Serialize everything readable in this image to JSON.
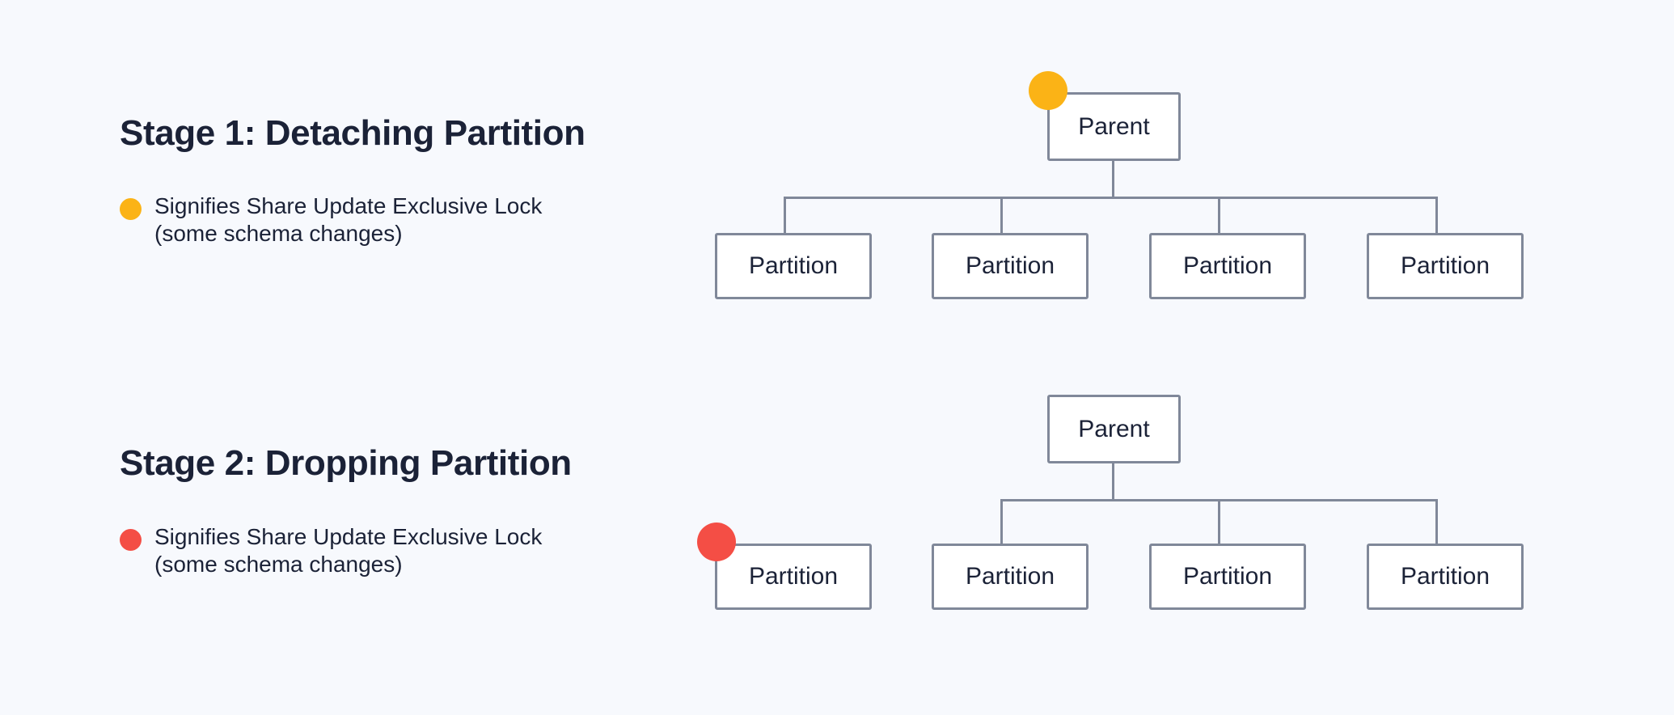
{
  "page": {
    "background_color": "#F7F9FD",
    "text_color": "#1B2237",
    "node_border_color": "#808899",
    "node_fill_color": "#FFFFFF"
  },
  "stages": [
    {
      "id": "stage-1",
      "title": "Stage 1: Detaching Partition",
      "legend": {
        "dot_color": "#FBB316",
        "dot_name": "yellow-lock-dot",
        "text": "Signifies Share Update Exclusive Lock\n(some schema changes)"
      },
      "diagram": {
        "parent": {
          "label": "Parent",
          "dot": "yellow",
          "dot_color": "#FBB316"
        },
        "children": [
          {
            "label": "Partition",
            "attached": true,
            "dot": null
          },
          {
            "label": "Partition",
            "attached": true,
            "dot": null
          },
          {
            "label": "Partition",
            "attached": true,
            "dot": null
          },
          {
            "label": "Partition",
            "attached": true,
            "dot": null
          }
        ]
      }
    },
    {
      "id": "stage-2",
      "title": "Stage 2: Dropping Partition",
      "legend": {
        "dot_color": "#F44E45",
        "dot_name": "red-lock-dot",
        "text": "Signifies Share Update Exclusive Lock\n(some schema changes)"
      },
      "diagram": {
        "parent": {
          "label": "Parent",
          "dot": null,
          "dot_color": null
        },
        "children": [
          {
            "label": "Partition",
            "attached": false,
            "dot": "red",
            "dot_color": "#F44E45"
          },
          {
            "label": "Partition",
            "attached": true,
            "dot": null
          },
          {
            "label": "Partition",
            "attached": true,
            "dot": null
          },
          {
            "label": "Partition",
            "attached": true,
            "dot": null
          }
        ]
      }
    }
  ]
}
